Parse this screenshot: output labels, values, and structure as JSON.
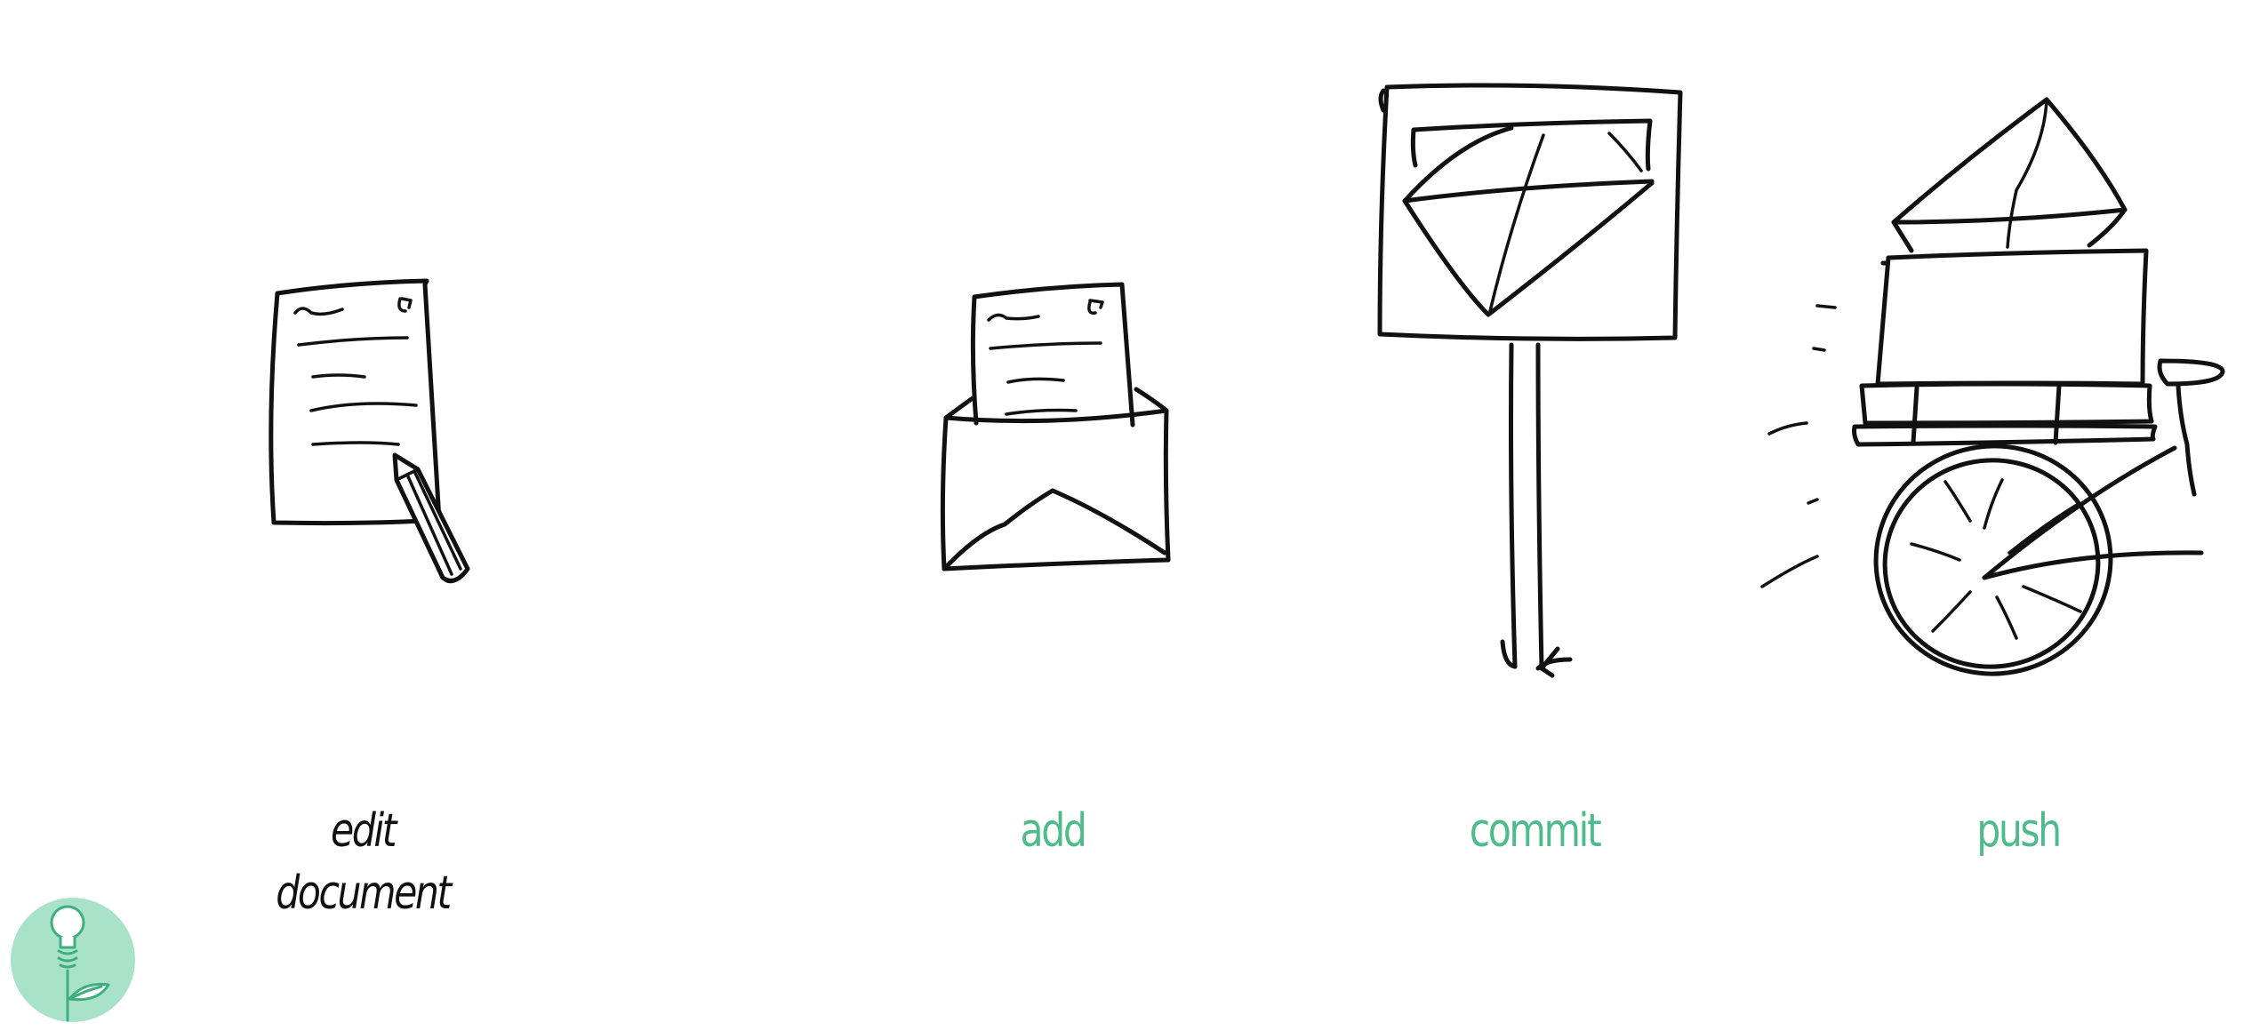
{
  "steps": [
    {
      "id": "edit",
      "label_line1": "edit",
      "label_line2": "document",
      "icon": "document-pencil-icon"
    },
    {
      "id": "add",
      "label": "add",
      "icon": "envelope-document-icon"
    },
    {
      "id": "commit",
      "label": "commit",
      "icon": "mailbox-icon"
    },
    {
      "id": "push",
      "label": "push",
      "icon": "mail-cart-icon"
    }
  ],
  "colors": {
    "current_step_text": "#111111",
    "action_text": "#4dbb8a",
    "logo_circle": "#a8e2c8",
    "logo_stroke": "#3fae7e",
    "line_art": "#111111",
    "background": "#ffffff"
  },
  "logo": {
    "icon": "lightbulb-sprout-icon"
  }
}
